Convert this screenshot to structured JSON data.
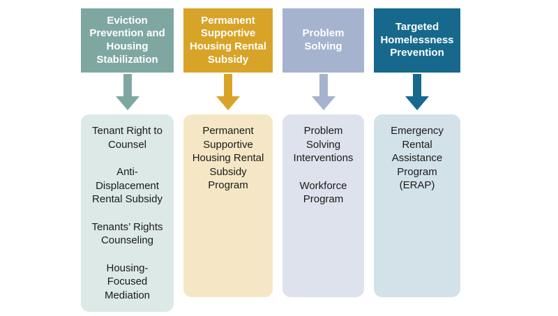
{
  "diagram": {
    "columns": [
      {
        "header": "Eviction Prevention and Housing Stabilization",
        "items": [
          "Tenant Right to Counsel",
          "Anti-Displacement Rental Subsidy",
          "Tenants’ Rights Counseling",
          "Housing-Focused Mediation"
        ],
        "colors": {
          "header": "#7FA7A2",
          "body": "#DCE9E7"
        }
      },
      {
        "header": "Permanent Supportive Housing Rental Subsidy",
        "items": [
          "Permanent Supportive Housing Rental Subsidy Program"
        ],
        "colors": {
          "header": "#D8A428",
          "body": "#F5E7C5"
        }
      },
      {
        "header": "Problem Solving",
        "items": [
          "Problem Solving Interventions",
          "Workforce Program"
        ],
        "colors": {
          "header": "#A5B3CE",
          "body": "#DEE2EC"
        }
      },
      {
        "header": "Targeted Homelessness Prevention",
        "items": [
          "Emergency Rental Assistance Program (ERAP)"
        ],
        "colors": {
          "header": "#16698C",
          "body": "#D3E2E9"
        }
      }
    ]
  }
}
